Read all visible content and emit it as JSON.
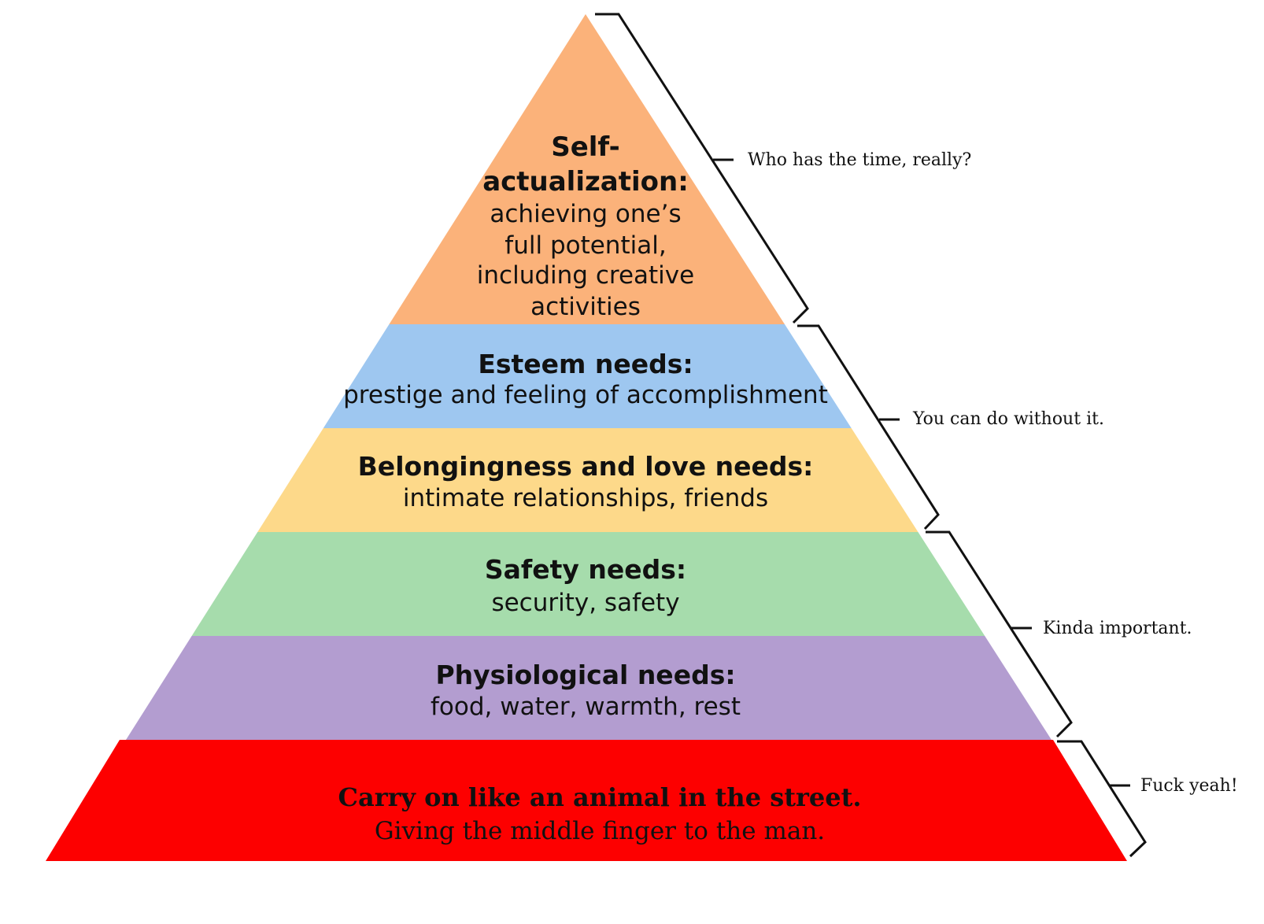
{
  "tiers": [
    {
      "id": "self-actualization",
      "color": "#fbb27a",
      "title_lines": [
        "Self-",
        "actualization:"
      ],
      "desc_lines": [
        "achieving one’s",
        "full potential,",
        "including creative",
        "activities"
      ]
    },
    {
      "id": "esteem",
      "color": "#9ec7f0",
      "title_lines": [
        "Esteem needs:"
      ],
      "desc_lines": [
        "prestige and feeling of accomplishment"
      ]
    },
    {
      "id": "belongingness",
      "color": "#fdd98a",
      "title_lines": [
        "Belongingness and love needs:"
      ],
      "desc_lines": [
        "intimate relationships, friends"
      ]
    },
    {
      "id": "safety",
      "color": "#a6dcac",
      "title_lines": [
        "Safety needs:"
      ],
      "desc_lines": [
        "security, safety"
      ]
    },
    {
      "id": "physiological",
      "color": "#b39dd0",
      "title_lines": [
        "Physiological needs:"
      ],
      "desc_lines": [
        "food, water, warmth, rest"
      ]
    },
    {
      "id": "base",
      "color": "#fd0000",
      "title_lines": [
        "Carry on like an animal in the street."
      ],
      "desc_lines": [
        "Giving the middle finger to the man."
      ]
    }
  ],
  "annotations": [
    {
      "id": "who-has-time",
      "text": "Who has the time, really?"
    },
    {
      "id": "do-without",
      "text": "You can do without it."
    },
    {
      "id": "kinda-important",
      "text": "Kinda important."
    },
    {
      "id": "fuck-yeah",
      "text": "Fuck yeah!"
    }
  ]
}
